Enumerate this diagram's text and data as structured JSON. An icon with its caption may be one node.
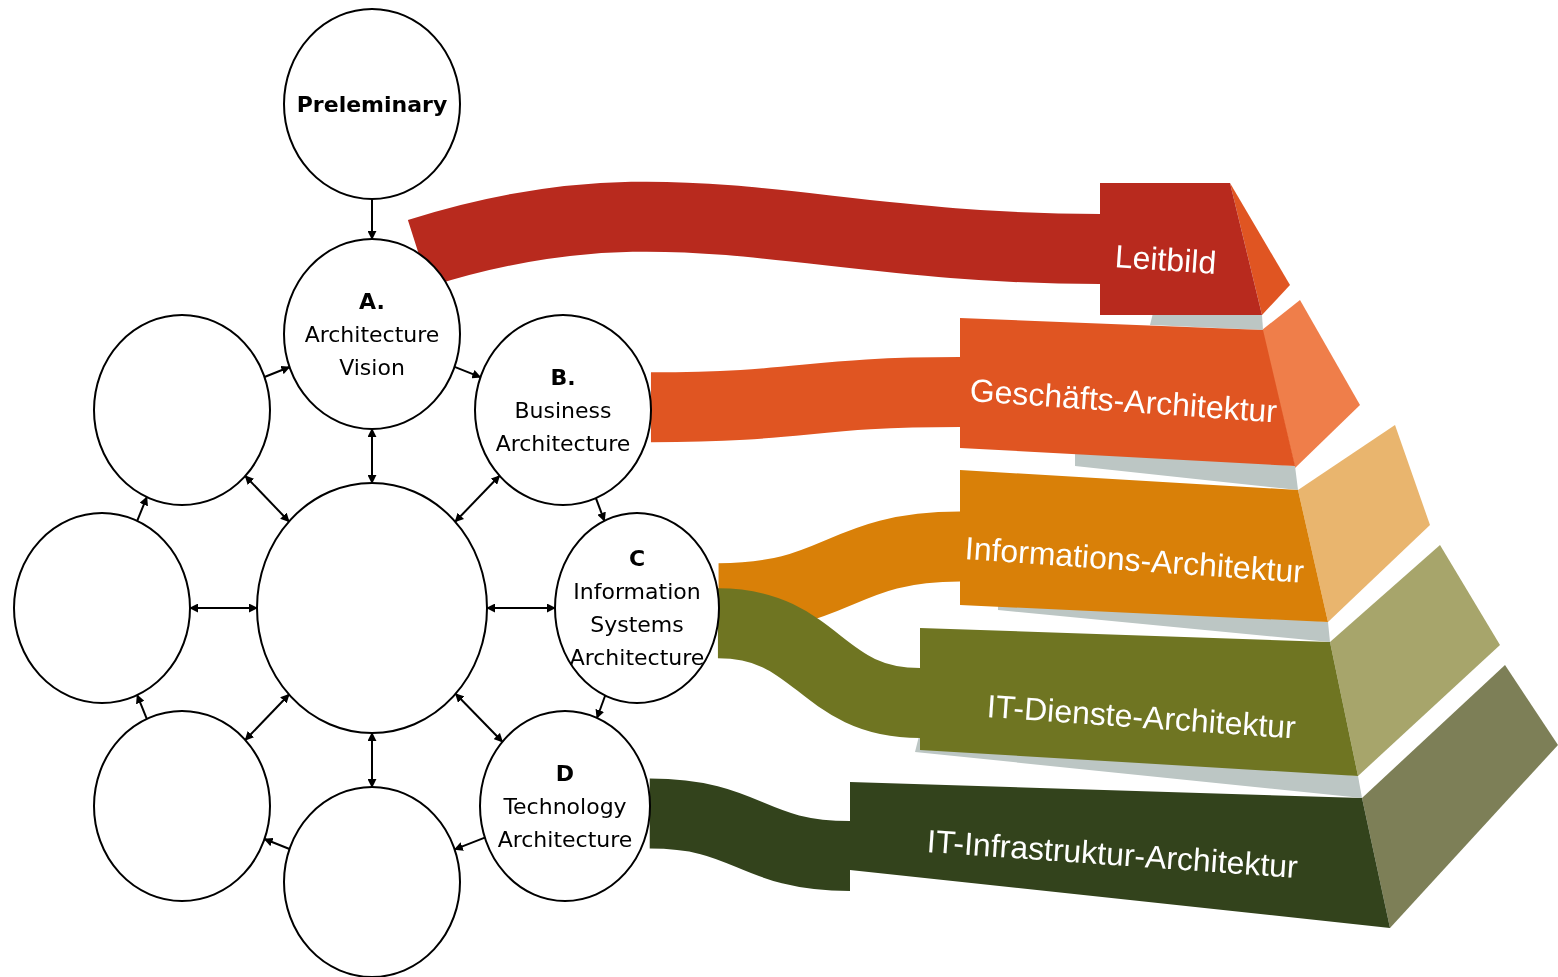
{
  "diagram": {
    "nodes": [
      {
        "text": [
          "Preleminary"
        ]
      },
      {
        "text": [
          "A.",
          "Architecture Vision"
        ]
      },
      {
        "text": [
          "B.",
          "Business Architecture"
        ]
      },
      {
        "text": [
          "C",
          "Information Systems Architecture"
        ]
      },
      {
        "text": [
          "D",
          "Technology Architecture"
        ]
      },
      {
        "text": [],
        "shape": "circle"
      },
      {
        "text": [],
        "shape": "circle"
      },
      {
        "text": [],
        "shape": "circle"
      },
      {
        "text": [],
        "shape": "circle"
      },
      {
        "text": [],
        "shape": "circle"
      },
      {
        "text": [
          "Leitbild"
        ]
      },
      {
        "text": [
          "Geschäfts-Architektur"
        ]
      },
      {
        "text": [
          "Informations-Architektur"
        ]
      },
      {
        "text": [
          "IT-Dienste-Architektur"
        ]
      },
      {
        "text": [
          "IT-Infrastruktur-Architektur"
        ]
      }
    ],
    "edges": [
      {
        "from": 0,
        "to": 1,
        "arrow": "to"
      },
      {
        "from": 1,
        "to": 2,
        "arrow": "to"
      },
      {
        "from": 2,
        "to": 3,
        "arrow": "to"
      },
      {
        "from": 3,
        "to": 4,
        "arrow": "to"
      },
      {
        "from": 4,
        "to": 5,
        "arrow": "to"
      },
      {
        "from": 5,
        "to": 6,
        "arrow": "to"
      },
      {
        "from": 6,
        "to": 7,
        "arrow": "to"
      },
      {
        "from": 7,
        "to": 8,
        "arrow": "to"
      },
      {
        "from": 8,
        "to": 1,
        "arrow": "to"
      },
      {
        "from": 9,
        "to": 1,
        "arrow": "both"
      },
      {
        "from": 9,
        "to": 2,
        "arrow": "both"
      },
      {
        "from": 9,
        "to": 3,
        "arrow": "both"
      },
      {
        "from": 9,
        "to": 4,
        "arrow": "both"
      },
      {
        "from": 9,
        "to": 5,
        "arrow": "both"
      },
      {
        "from": 9,
        "to": 6,
        "arrow": "both"
      },
      {
        "from": 9,
        "to": 7,
        "arrow": "both"
      },
      {
        "from": 9,
        "to": 8,
        "arrow": "both"
      },
      {
        "from": 1,
        "to": 10,
        "arrow": "none",
        "style": "thick",
        "color": "#b82a1e"
      },
      {
        "from": 2,
        "to": 11,
        "arrow": "none",
        "style": "thick",
        "color": "#e05522"
      },
      {
        "from": 3,
        "to": 12,
        "arrow": "none",
        "style": "thick",
        "color": "#d98008"
      },
      {
        "from": 3,
        "to": 13,
        "arrow": "none",
        "style": "thick",
        "color": "#6f7522"
      },
      {
        "from": 4,
        "to": 14,
        "arrow": "none",
        "style": "thick",
        "color": "#33431c"
      }
    ]
  }
}
